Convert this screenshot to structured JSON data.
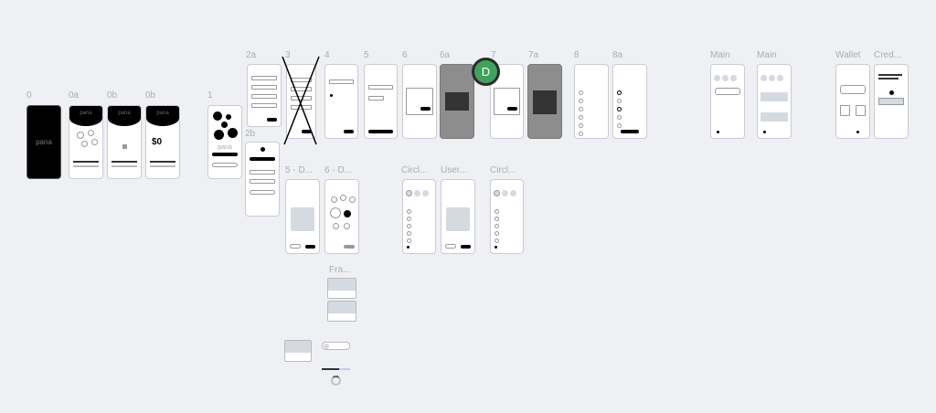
{
  "frames": {
    "f0": "0",
    "f0a": "0a",
    "f0b1": "0b",
    "f0b2": "0b",
    "f1": "1",
    "f2a": "2a",
    "f2b": "2b",
    "f3": "3",
    "f4": "4",
    "f5": "5",
    "f6": "6",
    "f6a": "6a",
    "f7": "7",
    "f7a": "7a",
    "f8": "8",
    "f8a": "8a",
    "main1": "Main",
    "main2": "Main",
    "wallet": "Wallet",
    "cred": "Cred...",
    "f5d": "5 - D...",
    "f6d": "6 - D...",
    "circ1": "Circl...",
    "user": "User...",
    "circ2": "Circl...",
    "fra": "Fra..."
  },
  "brand": "pana",
  "amount": "$0",
  "collaborator": {
    "initial": "D",
    "color": "#3fa45b"
  }
}
